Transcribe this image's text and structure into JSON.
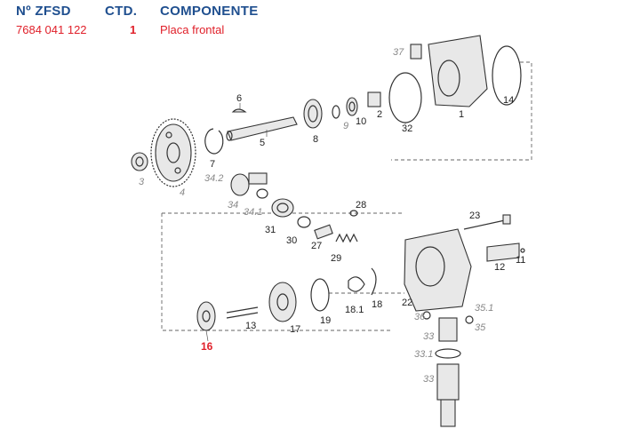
{
  "header": {
    "col_part_no": "Nº ZFSD",
    "col_qty": "CTD.",
    "col_component": "COMPONENTE"
  },
  "selected_row": {
    "part_no": "7684 041 122",
    "qty": "1",
    "component": "Placa frontal"
  },
  "colors": {
    "header_blue": "#1f4f8f",
    "highlight_red": "#e0202a"
  },
  "callouts": {
    "c1": "1",
    "c2": "2",
    "c3": "3",
    "c4": "4",
    "c5": "5",
    "c6": "6",
    "c7": "7",
    "c8": "8",
    "c9": "9",
    "c10": "10",
    "c11": "11",
    "c12": "12",
    "c13": "13",
    "c14": "14",
    "c16": "16",
    "c17": "17",
    "c18": "18",
    "c18_1": "18.1",
    "c19": "19",
    "c22": "22",
    "c23": "23",
    "c27": "27",
    "c28": "28",
    "c29": "29",
    "c30": "30",
    "c31": "31",
    "c32": "32",
    "c33": "33",
    "c33_1": "33.1",
    "c33b": "33",
    "c34": "34",
    "c34_1": "34.1",
    "c34_2": "34.2",
    "c35": "35",
    "c35_1": "35.1",
    "c36": "36",
    "c37": "37"
  }
}
